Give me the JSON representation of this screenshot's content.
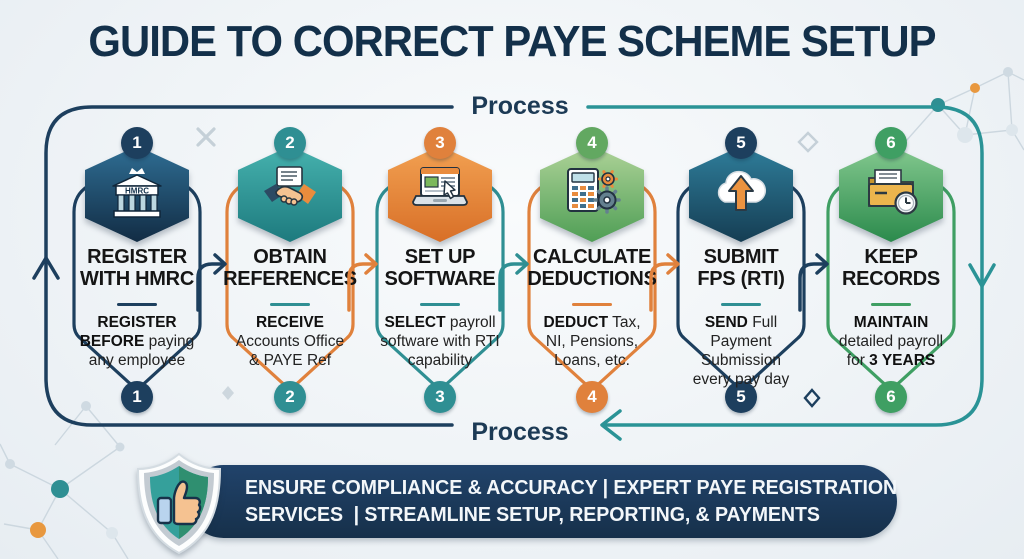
{
  "title": "GUIDE TO CORRECT PAYE SCHEME SETUP",
  "process": {
    "top_label": "Process",
    "bottom_label": "Process"
  },
  "colors": {
    "navy": "#1d3f5e",
    "teal": "#2a9396",
    "orange": "#e0813c",
    "green": "#3f9f63",
    "green_light": "#62a861",
    "title_color": "#13304a",
    "banner_bg": "#1b3a5c",
    "background": "#eef2f6"
  },
  "steps": [
    {
      "number": "1",
      "title_lines": [
        "REGISTER",
        "WITH HMRC"
      ],
      "desc": [
        {
          "text": "REGISTER BEFORE",
          "bold": true
        },
        {
          "text": " paying any employee",
          "bold": false
        }
      ],
      "icon": "hmrc-bank-icon",
      "border_color": "#1d3f5e",
      "circle_top_color": "#1d3f5e",
      "circle_bottom_color": "#1d3f5e",
      "divider_color": "#1d3f5e",
      "hex_from": "#2f6e94",
      "hex_to": "#122c44",
      "arrow_to_next_color": "#1d3f5e"
    },
    {
      "number": "2",
      "title_lines": [
        "OBTAIN",
        "REFERENCES"
      ],
      "desc": [
        {
          "text": "RECEIVE",
          "bold": true
        },
        {
          "text": " Accounts Office & PAYE Ref",
          "bold": false
        }
      ],
      "icon": "handshake-document-icon",
      "border_color": "#e0813c",
      "circle_top_color": "#2f8f93",
      "circle_bottom_color": "#2f8f93",
      "divider_color": "#2f8f93",
      "hex_from": "#46b2ae",
      "hex_to": "#1d7a7e",
      "arrow_to_next_color": "#e0813c"
    },
    {
      "number": "3",
      "title_lines": [
        "SET UP",
        "SOFTWARE"
      ],
      "desc": [
        {
          "text": "SELECT",
          "bold": true
        },
        {
          "text": " payroll software with RTI capability",
          "bold": false
        }
      ],
      "icon": "laptop-software-icon",
      "border_color": "#2f8f93",
      "circle_top_color": "#e0813c",
      "circle_bottom_color": "#2f8f93",
      "divider_color": "#2f8f93",
      "hex_from": "#f2a152",
      "hex_to": "#d86f27",
      "arrow_to_next_color": "#2f8f93"
    },
    {
      "number": "4",
      "title_lines": [
        "CALCULATE",
        "DEDUCTIONS"
      ],
      "desc": [
        {
          "text": "DEDUCT",
          "bold": true
        },
        {
          "text": " Tax, NI, Pensions, Loans, etc.",
          "bold": false
        }
      ],
      "icon": "calculator-gears-icon",
      "border_color": "#e0813c",
      "circle_top_color": "#62a861",
      "circle_bottom_color": "#e0813c",
      "divider_color": "#e0813c",
      "hex_from": "#aed398",
      "hex_to": "#4f9e55",
      "arrow_to_next_color": "#e0813c"
    },
    {
      "number": "5",
      "title_lines": [
        "SUBMIT",
        "FPS (RTI)"
      ],
      "desc": [
        {
          "text": "SEND",
          "bold": true
        },
        {
          "text": " Full Payment Submission every pay day",
          "bold": false
        }
      ],
      "icon": "cloud-upload-icon",
      "border_color": "#1d3f5e",
      "circle_top_color": "#1d3f5e",
      "circle_bottom_color": "#1d3f5e",
      "divider_color": "#2f8f93",
      "hex_from": "#2f7e9b",
      "hex_to": "#153d53",
      "arrow_to_next_color": "#1d3f5e"
    },
    {
      "number": "6",
      "title_lines": [
        "KEEP",
        "RECORDS"
      ],
      "desc": [
        {
          "text": "MAINTAIN",
          "bold": true
        },
        {
          "text": " detailed payroll for ",
          "bold": false
        },
        {
          "text": "3 YEARS",
          "bold": true
        }
      ],
      "icon": "records-folder-clock-icon",
      "border_color": "#3f9f63",
      "circle_top_color": "#3f9f63",
      "circle_bottom_color": "#3f9f63",
      "divider_color": "#3f9f63",
      "hex_from": "#84c98f",
      "hex_to": "#2b8a4c"
    }
  ],
  "banner": {
    "line1": "ENSURE COMPLIANCE & ACCURACY | EXPERT PAYE REGISTRATION",
    "line2": "SERVICES  | STREAMLINE SETUP, REPORTING, & PAYMENTS",
    "icon": "shield-thumbs-up-icon"
  }
}
